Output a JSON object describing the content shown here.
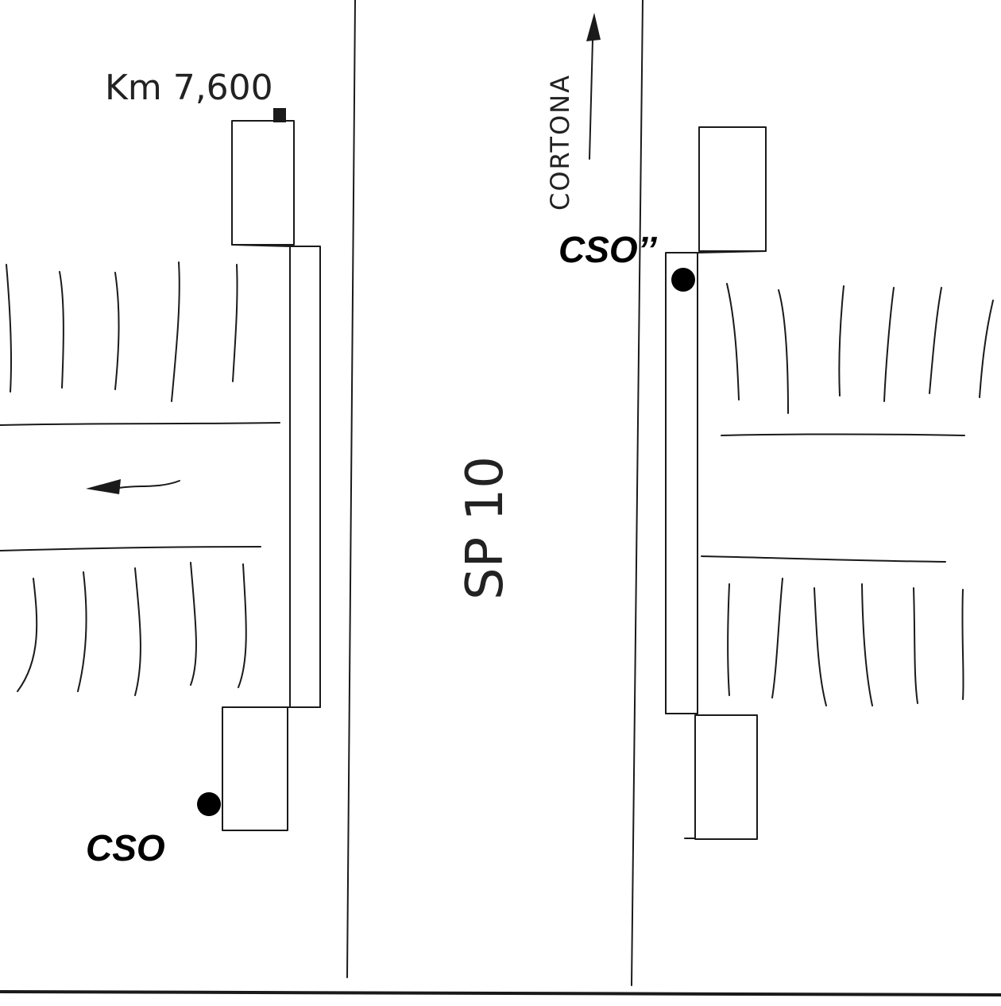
{
  "labels": {
    "km_marker": "Km 7,600",
    "direction": "CORTONA",
    "road": "SP 10",
    "cso_left": "CSO",
    "cso_right": "CSO’’"
  },
  "colors": {
    "ink": "#1a1a1a",
    "dot": "#000000",
    "paper": "#ffffff"
  }
}
